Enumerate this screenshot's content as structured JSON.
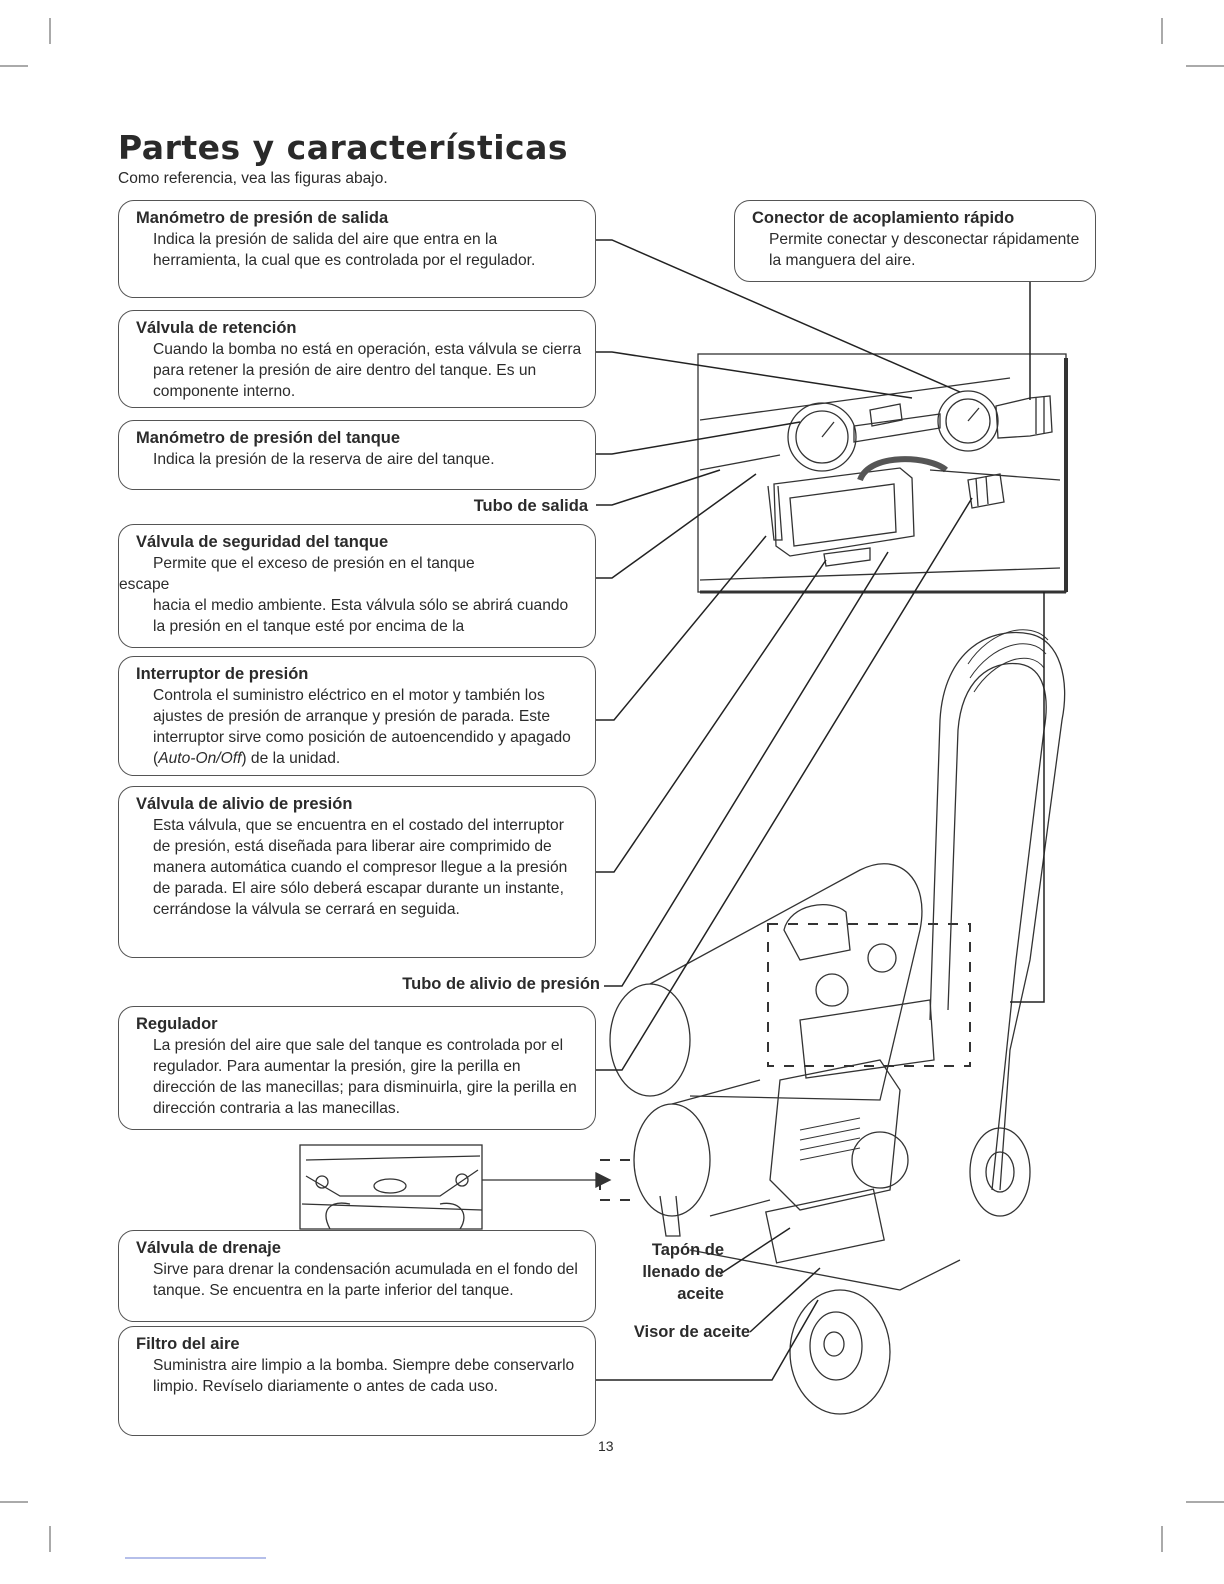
{
  "page": {
    "title": "Partes y características",
    "subtitle": "Como referencia, vea las figuras abajo.",
    "page_number": "13"
  },
  "callouts": [
    {
      "title": "Manómetro de presión de salida",
      "body": "Indica la presión de salida del aire que entra en la herramienta, la cual que es controlada por el regulador."
    },
    {
      "title": "Válvula de retención",
      "body": "Cuando la bomba no está en operación, esta válvula se cierra para retener la presión de aire dentro del tanque. Es un componente interno."
    },
    {
      "title": "Manómetro de presión del tanque",
      "body": "Indica la presión de la reserva de aire del tanque."
    },
    {
      "title": "Válvula de seguridad del tanque",
      "body_line1": "Permite que el exceso de presión en el tanque",
      "body_line2": "escape",
      "body_line3": "hacia el medio ambiente. Esta válvula sólo se abrirá cuando la presión en el tanque esté por encima de la"
    },
    {
      "title": "Interruptor de presión",
      "body": "Controla el suministro eléctrico en el motor y también los ajustes de presión de arranque y presión de parada. Este interruptor sirve como posición de autoencendido y apagado (",
      "body_italic": "Auto-On/Off",
      "body_end": ") de la unidad."
    },
    {
      "title": "Válvula de alivio de presión",
      "body": "Esta válvula, que se encuentra en el costado del interruptor de presión, está diseñada para liberar aire comprimido de manera automática cuando el compresor llegue a la presión de parada. El aire sólo deberá escapar durante un instante, cerrándose la válvula se cerrará en seguida."
    },
    {
      "title": "Regulador",
      "body": "La presión del aire que sale del tanque es controlada por el regulador. Para aumentar la presión, gire la perilla en dirección de las manecillas; para disminuirla, gire la perilla en dirección contraria a las manecillas."
    },
    {
      "title": "Válvula de drenaje",
      "body": "Sirve para drenar la condensación acumulada en el fondo del tanque. Se encuentra en la parte inferior del tanque."
    },
    {
      "title": "Filtro del aire",
      "body": "Suministra aire limpio a la bomba. Siempre debe conservarlo limpio. Revíselo diariamente o antes de cada uso."
    },
    {
      "title": "Conector de acoplamiento rápido",
      "body": "Permite conectar y desconectar rápidamente la manguera del aire."
    }
  ],
  "labels": {
    "tubo_salida": "Tubo de salida",
    "tubo_alivio": "Tubo de alivio de presión",
    "tapon_1": "Tapón de",
    "tapon_2": "llenado de",
    "tapon_3": "aceite",
    "visor": "Visor de aceite"
  },
  "colors": {
    "ink": "#2b2b2b",
    "line": "#333333",
    "paper": "#ffffff"
  }
}
